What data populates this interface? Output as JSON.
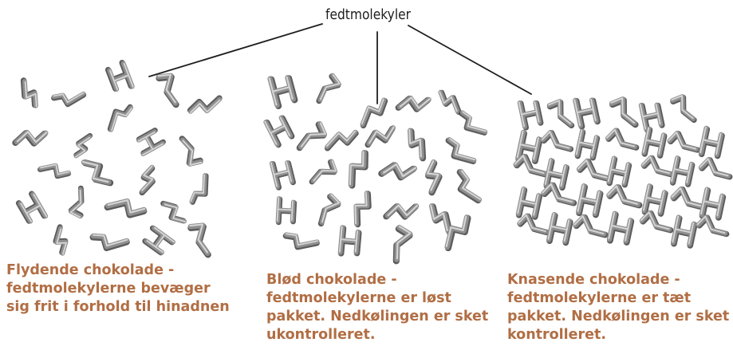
{
  "pointer_label": "fedtmolekyler",
  "panels": [
    {
      "id": "liquid",
      "caption_lines": [
        "Flydende chokolade -",
        "fedtmolekylerne bevæger",
        "sig frit i forhold til hinadnen"
      ]
    },
    {
      "id": "soft",
      "caption_lines": [
        "Blød chokolade -",
        "fedtmolekylerne er løst",
        "pakket. Nedkølingen er sket",
        "ukontrolleret."
      ]
    },
    {
      "id": "crunchy",
      "caption_lines": [
        "Knasende chokolade -",
        "fedtmolekylerne er tæt",
        "pakket. Nedkølingen er sket",
        "kontrolleret."
      ]
    }
  ],
  "colors": {
    "caption": "#b16e44",
    "molecule": "#8f8f8f",
    "molecule_highlight": "#e2e2e2",
    "molecule_shadow": "#4a4a4a",
    "pointer_line": "#1e1e1e"
  }
}
